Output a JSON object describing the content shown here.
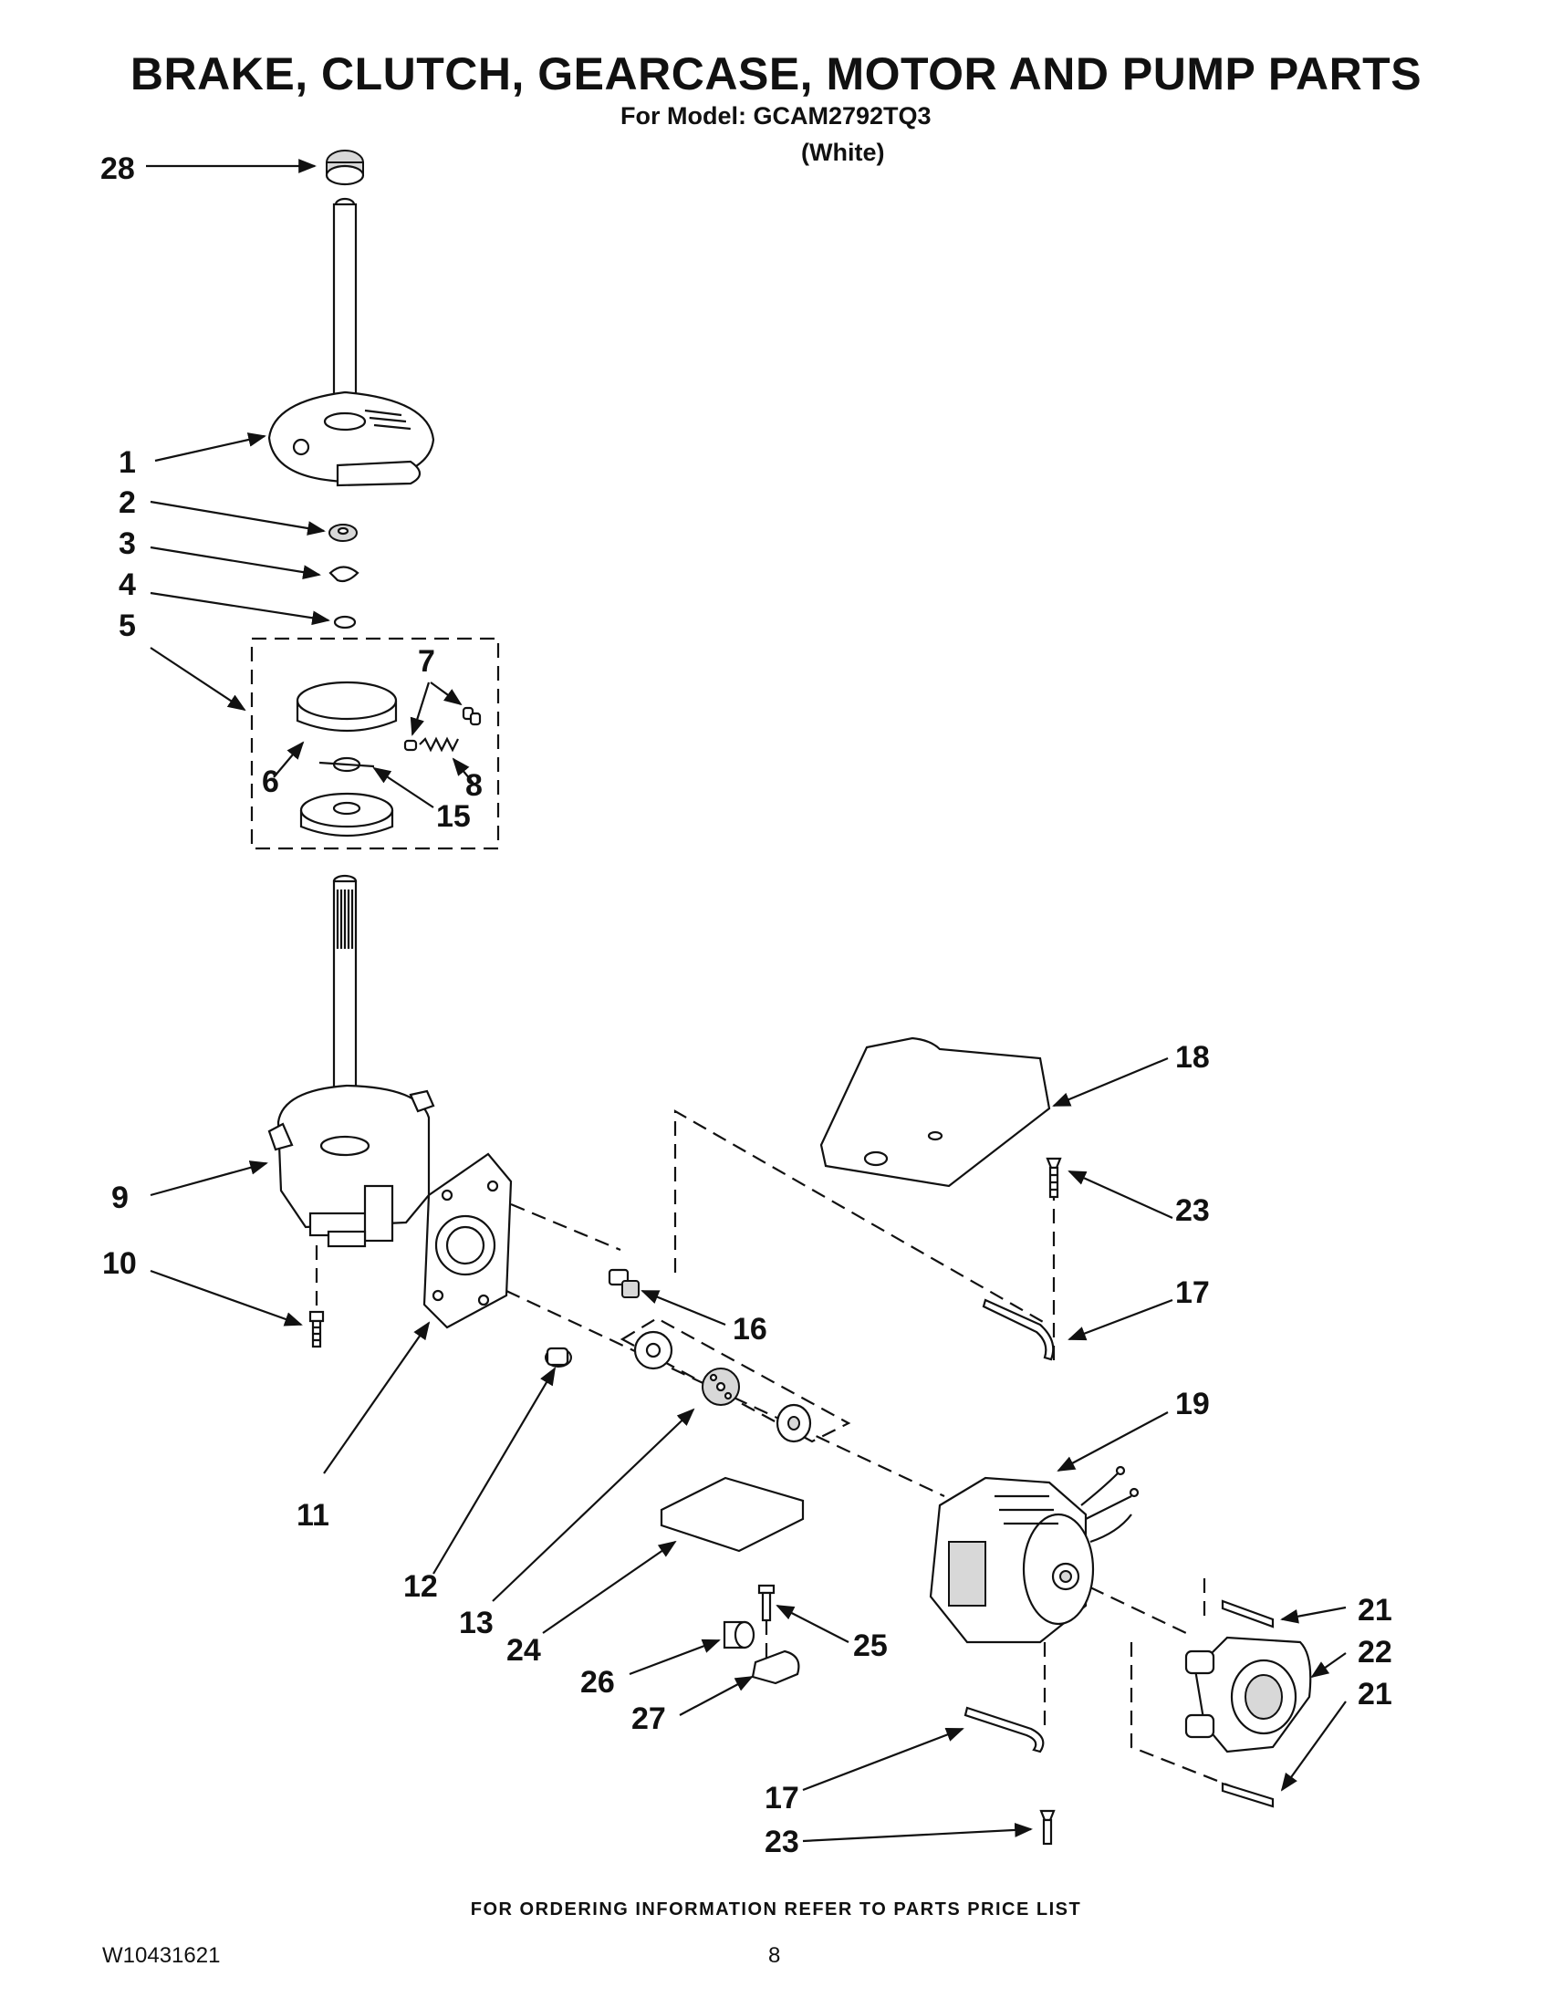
{
  "header": {
    "title": "BRAKE, CLUTCH, GEARCASE, MOTOR AND PUMP PARTS",
    "model_line": "For Model: GCAM2792TQ3",
    "color_line": "(White)"
  },
  "callouts": {
    "c28": "28",
    "c1": "1",
    "c2": "2",
    "c3": "3",
    "c4": "4",
    "c5": "5",
    "c7": "7",
    "c6": "6",
    "c8": "8",
    "c15": "15",
    "c9": "9",
    "c10": "10",
    "c16": "16",
    "c11": "11",
    "c12": "12",
    "c13": "13",
    "c24": "24",
    "c18": "18",
    "c23a": "23",
    "c17a": "17",
    "c19": "19",
    "c25": "25",
    "c26": "26",
    "c27": "27",
    "c21a": "21",
    "c22": "22",
    "c21b": "21",
    "c17b": "17",
    "c23b": "23"
  },
  "footer": {
    "ordering_note": "FOR ORDERING INFORMATION REFER TO PARTS PRICE LIST",
    "document_number": "W10431621",
    "page_number": "8"
  }
}
